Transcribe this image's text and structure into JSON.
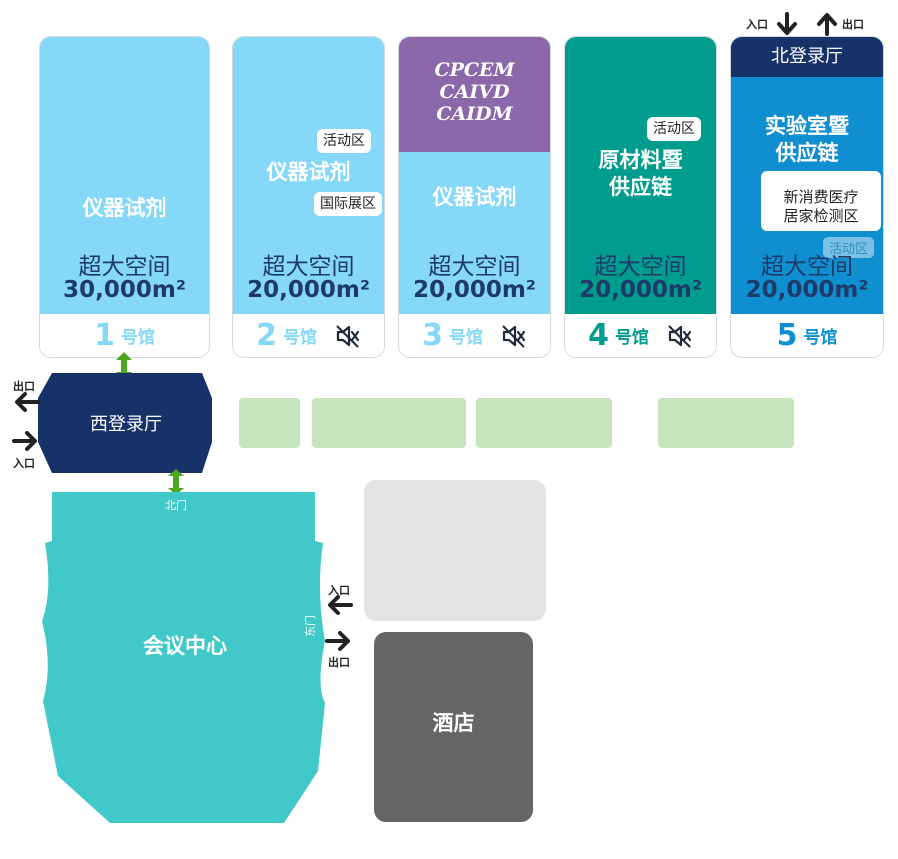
{
  "halls": [
    {
      "id": "1",
      "top_color": "#85d8f8",
      "title": "仪器试剂",
      "space": "超大空间",
      "area": "30,000",
      "unit_sq": "m²",
      "num": "1",
      "num_label": "号馆",
      "num_color": "#85d8f8",
      "muted": false
    },
    {
      "id": "2",
      "top_color": "#85d8f8",
      "title": "仪器试剂",
      "space": "超大空间",
      "area": "20,000",
      "unit_sq": "m²",
      "num": "2",
      "num_label": "号馆",
      "num_color": "#85d8f8",
      "muted": true,
      "tags": [
        "活动区",
        "国际展区"
      ]
    },
    {
      "id": "3",
      "top_color": "#85d8f8",
      "band_color": "#8b68a9",
      "band_lines": [
        "CPCEM",
        "CAIVD",
        "CAIDM"
      ],
      "title": "仪器试剂",
      "space": "超大空间",
      "area": "20,000",
      "unit_sq": "m²",
      "num": "3",
      "num_label": "号馆",
      "num_color": "#85d8f8",
      "muted": true
    },
    {
      "id": "4",
      "top_color": "#009c8e",
      "title_lines": [
        "原材料暨",
        "供应链"
      ],
      "space": "超大空间",
      "area": "20,000",
      "unit_sq": "m²",
      "num": "4",
      "num_label": "号馆",
      "num_color": "#009c8e",
      "muted": true,
      "tags": [
        "活动区"
      ]
    },
    {
      "id": "5",
      "top_color": "#0f8fd0",
      "header": "北登录厅",
      "header_color": "#163269",
      "title_lines": [
        "实验室暨",
        "供应链"
      ],
      "space": "超大空间",
      "area": "20,000",
      "unit_sq": "m²",
      "num": "5",
      "num_label": "号馆",
      "num_color": "#0f8fd0",
      "muted": false,
      "sub_box": [
        "新消费医疗",
        "居家检测区"
      ],
      "tags": [
        "活动区"
      ]
    }
  ],
  "north_arrows": {
    "in": "入口",
    "out": "出口"
  },
  "west_lobby": {
    "label": "西登录厅",
    "color": "#163269",
    "out": "出口",
    "in": "入口"
  },
  "conference": {
    "label": "会议中心",
    "color": "#41c8c8",
    "north_gate": "北门",
    "east_gate": "东门",
    "in": "入口",
    "out": "出口"
  },
  "hotel": {
    "label": "酒店",
    "color": "#666666"
  },
  "colors": {
    "green_zone": "#c6e5be",
    "grey_block": "#e3e3e3",
    "link_arrow": "#4aa620"
  }
}
